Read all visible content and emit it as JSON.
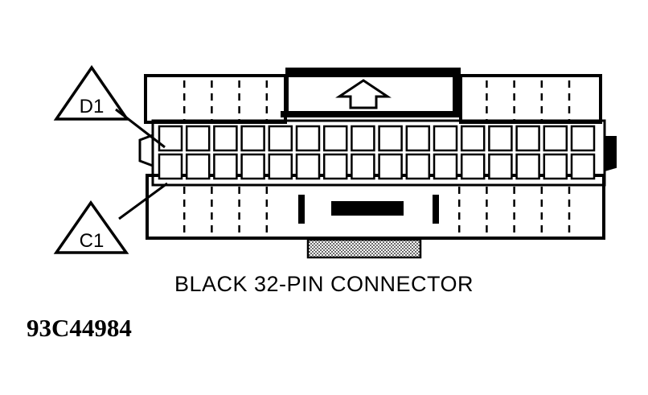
{
  "diagram": {
    "callouts": [
      {
        "id": "callout-d1",
        "label": "D1"
      },
      {
        "id": "callout-c1",
        "label": "C1"
      }
    ],
    "caption": "BLACK 32-PIN CONNECTOR",
    "figure_id": "93C44984",
    "pins": {
      "rows": 2,
      "per_row": 16
    }
  }
}
